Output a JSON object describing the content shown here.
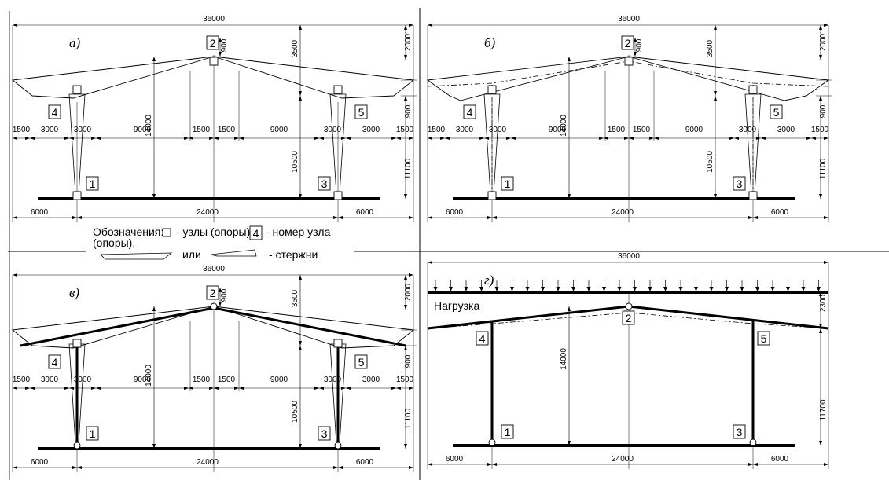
{
  "panels": [
    {
      "letter": "а)",
      "variant": "a"
    },
    {
      "letter": "б)",
      "variant": "b"
    },
    {
      "letter": "в)",
      "variant": "v"
    },
    {
      "letter": "г)",
      "variant": "g"
    }
  ],
  "dims": {
    "total_span": "36000",
    "inner_span": "24000",
    "side": "6000",
    "height_top": "14000",
    "height_mid": "10500",
    "height_right": "11100",
    "height_right_g": "11700",
    "seg_1500": "1500",
    "seg_3000": "3000",
    "seg_9000": "9000",
    "rise_900": "900",
    "rise_3500": "3500",
    "rise_2000": "2000",
    "rise_2300": "2300"
  },
  "nodes": {
    "n1": "1",
    "n2": "2",
    "n3": "3",
    "n4": "4",
    "n5": "5"
  },
  "legend": {
    "prefix": "Обозначения:",
    "nodes_text": "- узлы (опоры),",
    "node_num_box": "4",
    "node_num_text": "- номер узла",
    "wrap": "(опоры),",
    "or": "или",
    "rods": "- стержни"
  },
  "load_label": "Нагрузка"
}
